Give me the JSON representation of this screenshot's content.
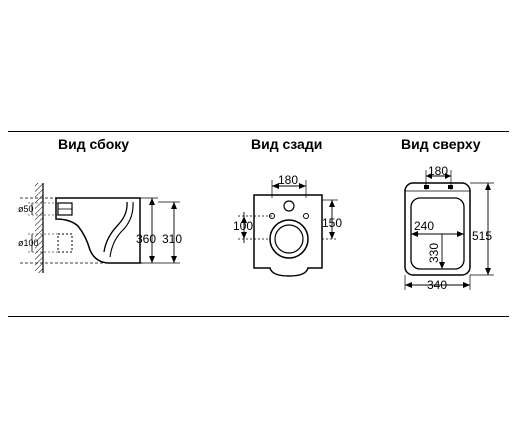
{
  "views": {
    "side": {
      "title": "Вид сбоку",
      "dims": {
        "pipe_upper": "ø50",
        "pipe_lower": "ø100",
        "height_outer": "360",
        "height_inner": "310"
      }
    },
    "back": {
      "title": "Вид сзади",
      "dims": {
        "mount_spacing": "180",
        "bolt_height": "150",
        "outlet_offset": "100"
      }
    },
    "top": {
      "title": "Вид сверху",
      "dims": {
        "mount_spacing": "180",
        "bowl_width": "240",
        "bowl_depth": "330",
        "overall_depth": "515",
        "overall_width": "340"
      }
    }
  }
}
